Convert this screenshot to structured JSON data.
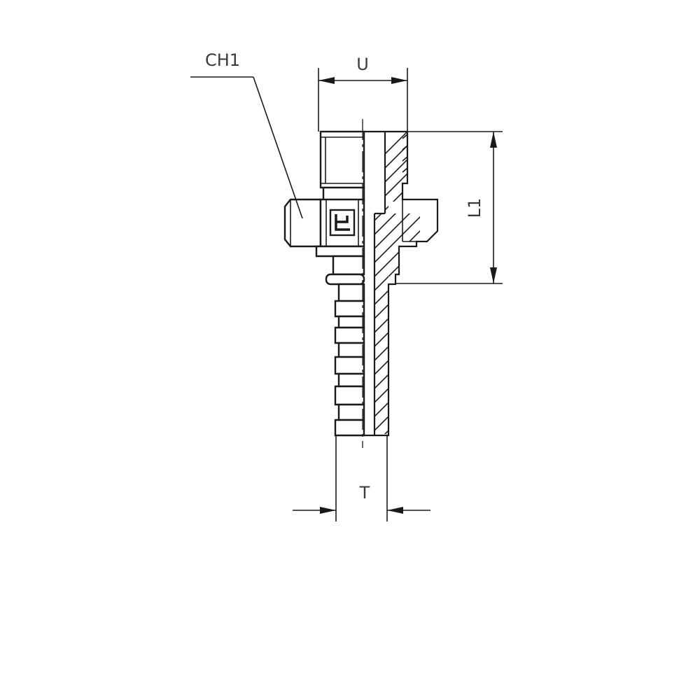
{
  "dimensions": {
    "ch1_label": "CH1",
    "u_label": "U",
    "l1_label": "L1",
    "t_label": "T"
  },
  "colors": {
    "line": "#1a1a1a",
    "label": "#3a3a3a",
    "background": "#ffffff"
  }
}
